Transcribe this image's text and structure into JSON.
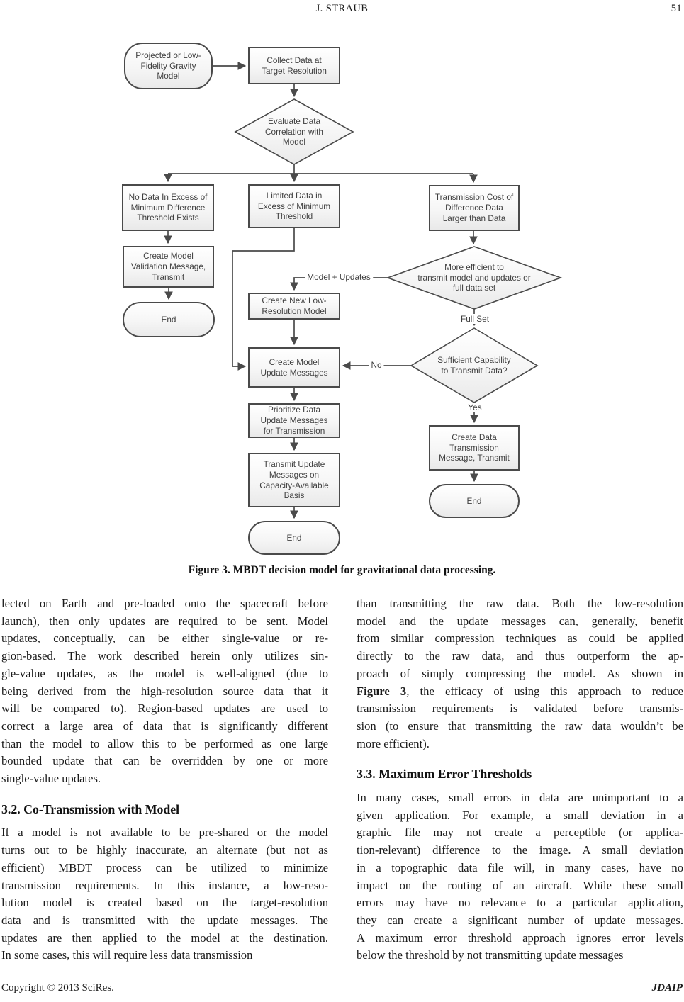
{
  "header": {
    "running_author": "J. STRAUB",
    "page_number": "51"
  },
  "figure": {
    "caption": "Figure 3. MBDT decision model for gravitational data processing.",
    "nodes": {
      "start": "Projected or Low-\nFidelity Gravity\nModel",
      "collect": "Collect Data at\nTarget Resolution",
      "evaluate": "Evaluate Data\nCorrelation with\nModel",
      "no_data": "No Data In Excess of\nMinimum Difference\nThreshold Exists",
      "limited": "Limited Data in\nExcess of Minimum\nThreshold",
      "trans_cost": "Transmission Cost of\nDifference Data\nLarger than Data",
      "validation": "Create Model\nValidation Message,\nTransmit",
      "end_left": "End",
      "more_efficient": "More efficient to\ntransmit model and updates or\nfull data set",
      "create_new_low": "Create New Low-\nResolution Model",
      "sufficient": "Sufficient Capability\nto Transmit Data?",
      "create_update": "Create Model\nUpdate Messages",
      "prioritize": "Prioritize Data\nUpdate Messages\nfor Transmission",
      "transmit_update": "Transmit Update\nMessages on\nCapacity-Available\nBasis",
      "end_center": "End",
      "create_data": "Create Data\nTransmission\nMessage, Transmit",
      "end_right": "End"
    },
    "edge_labels": {
      "model_updates": "Model + Updates",
      "full_set": "Full Set",
      "no": "No",
      "yes": "Yes"
    },
    "colors": {
      "stroke": "#4a4a4a",
      "node_text": "#3f3f3f",
      "fill_top": "#ffffff",
      "fill_bottom": "#e9e9e9"
    }
  },
  "body": {
    "left": {
      "para1_lines": [
        "lected on Earth and pre-loaded onto the spacecraft before",
        "launch), then only updates are required to be sent. Model",
        "updates, conceptually, can be either single-value or re-",
        "gion-based. The work described herein only utilizes sin-",
        "gle-value updates, as the model is well-aligned (due to",
        "being derived from the high-resolution source data that it",
        "will be compared to). Region-based updates are used to",
        "correct a large area of data that is significantly different",
        "than the model to allow this to be performed as one large",
        "bounded update that can be overridden by one or more",
        "single-value updates."
      ],
      "heading": "3.2. Co-Transmission with Model",
      "para2_lines": [
        "If a model is not available to be pre-shared or the model",
        "turns out to be highly inaccurate, an alternate (but not as",
        "efficient) MBDT process can be utilized to minimize",
        "transmission requirements. In this instance, a low-reso-",
        "lution model is created based on the target-resolution",
        "data and is transmitted with the update messages. The",
        "updates are then applied to the model at the destination.",
        "In some cases, this will require less data transmission"
      ]
    },
    "right": {
      "para1_lines": [
        "than transmitting the raw data. Both the low-resolution",
        "model and the update messages can, generally, benefit",
        "from similar compression techniques as could be applied",
        "directly to the raw data, and thus outperform the ap-",
        "proach of simply compressing the model. As shown in",
        [
          {
            "b": true,
            "t": "Figure 3"
          },
          {
            "t": ", the efficacy of using this approach to reduce"
          }
        ],
        "transmission requirements is validated before transmis-",
        "sion (to ensure that transmitting the raw data wouldn’t be",
        "more efficient)."
      ],
      "heading": "3.3. Maximum Error Thresholds",
      "para2_lines": [
        "In many cases, small errors in data are unimportant to a",
        "given application. For example, a small deviation in a",
        "graphic file may not create a perceptible (or applica-",
        "tion-relevant) difference to the image. A small deviation",
        "in a topographic data file will, in many cases, have no",
        "impact on the routing of an aircraft. While these small",
        "errors may have no relevance to a particular application,",
        "they can create a significant number of update messages.",
        "A maximum error threshold approach ignores error levels",
        "below the threshold by not transmitting update messages"
      ]
    }
  },
  "footer": {
    "copyright": "Copyright © 2013 SciRes.",
    "journal": "JDAIP"
  }
}
